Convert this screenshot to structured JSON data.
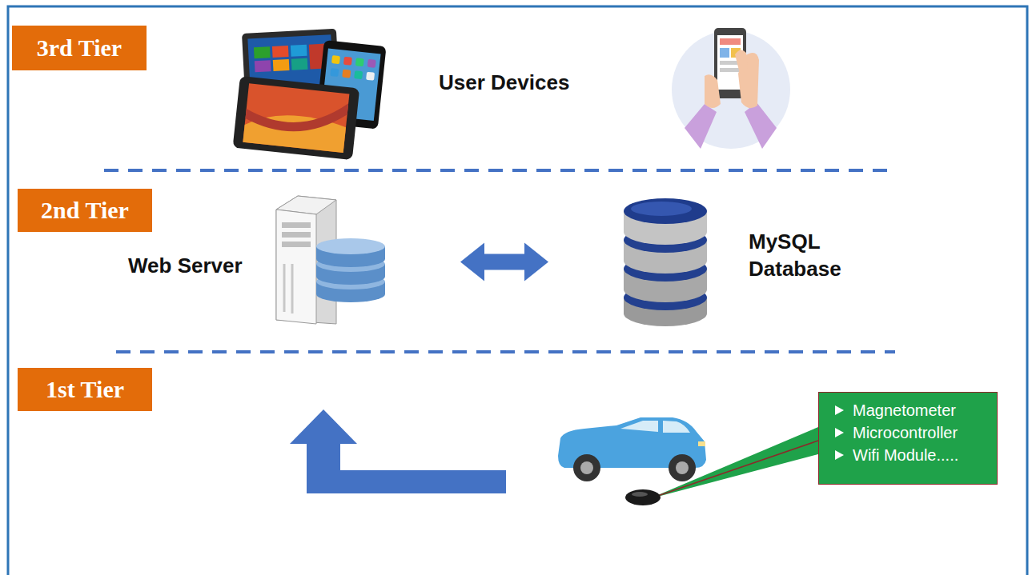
{
  "diagram": {
    "nodes": [
      {
        "text": [
          "3rd Tier"
        ]
      },
      {
        "text": [
          "2nd Tier"
        ]
      },
      {
        "text": [
          "Web Server"
        ]
      },
      {
        "text": [
          "MySQL Database"
        ]
      },
      {
        "text": [
          "1st Tier"
        ]
      },
      {
        "text": [
          "Magnetometer",
          "Microcontroller",
          "Wifi Module....."
        ]
      }
    ],
    "edges": [
      {
        "from": 2,
        "to": 3,
        "arrow": "both"
      }
    ],
    "labels": [
      "User Devices"
    ]
  }
}
